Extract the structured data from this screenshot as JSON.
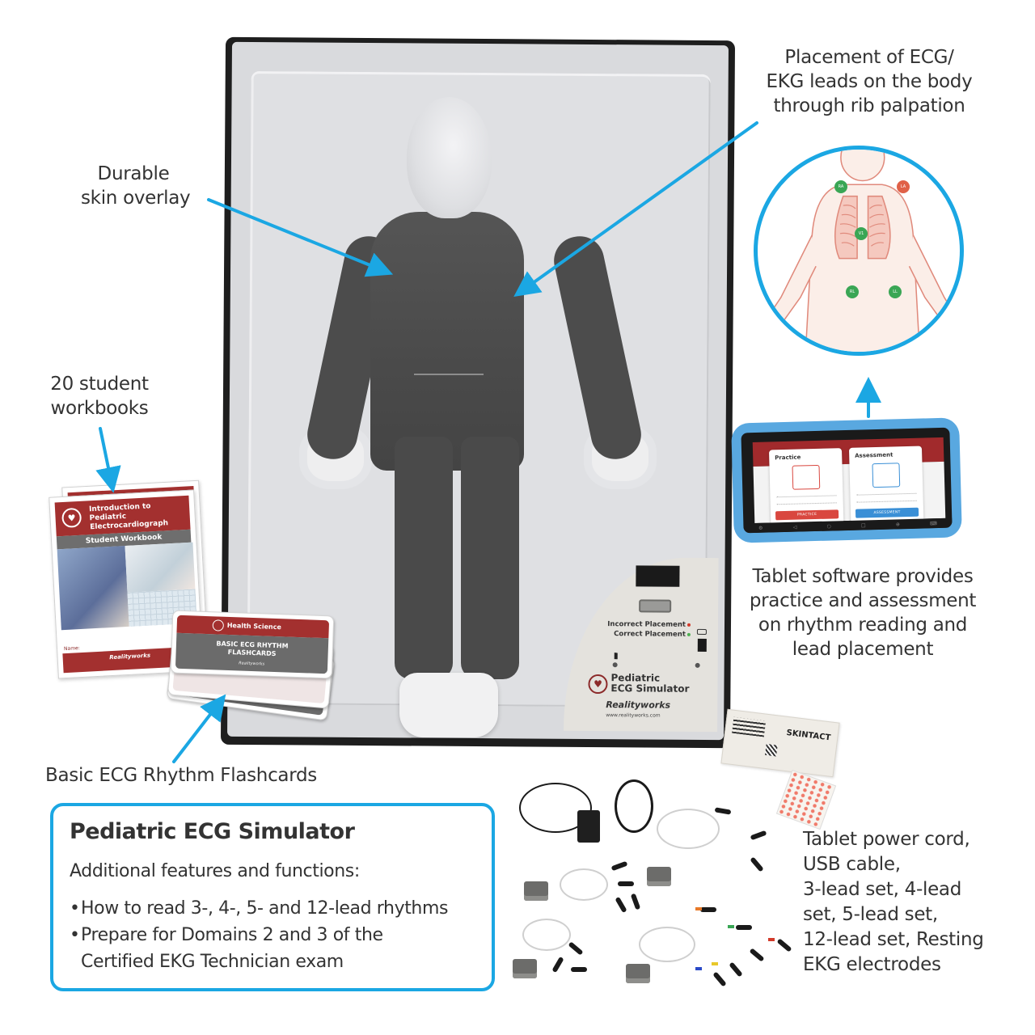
{
  "labels": {
    "skin_overlay": [
      "Durable",
      "skin overlay"
    ],
    "lead_placement": [
      "Placement of ECG/",
      "EKG leads on the body",
      "through rib palpation"
    ],
    "workbooks": [
      "20 student",
      "workbooks"
    ],
    "tablet_software": [
      "Tablet software provides",
      "practice and assessment",
      "on rhythm reading and",
      "lead placement"
    ],
    "flashcards": "Basic ECG Rhythm Flashcards",
    "accessories": [
      "Tablet power cord,",
      "USB cable,",
      "3-lead set, 4-lead",
      "set, 5-lead set,",
      "12-lead set, Resting",
      "EKG electrodes"
    ]
  },
  "summary": {
    "title": "Pediatric ECG Simulator",
    "subtitle": "Additional features and functions:",
    "bullets": [
      {
        "line1": "How to read 3-, 4-, 5- and 12-lead rhythms"
      },
      {
        "line1": "Prepare for Domains 2 and 3 of the",
        "line2": "Certified EKG Technician exam"
      }
    ]
  },
  "simulator_panel": {
    "incorrect_label": "Incorrect Placement",
    "correct_label": "Correct Placement",
    "product_name_line1": "Pediatric",
    "product_name_line2": "ECG Simulator",
    "brand": "Realityworks",
    "url": "www.realityworks.com",
    "incorrect_led_color": "#d23a2a",
    "correct_led_color": "#4caf50"
  },
  "lead_diagram": {
    "electrodes": [
      {
        "id": "RA",
        "color": "#3aa655"
      },
      {
        "id": "LA",
        "color": "#e06148"
      },
      {
        "id": "V1",
        "color": "#3aa655"
      },
      {
        "id": "RL",
        "color": "#3aa655"
      },
      {
        "id": "LL",
        "color": "#3aa655"
      }
    ]
  },
  "tablet": {
    "practice_title": "Practice",
    "practice_button": "PRACTICE",
    "assessment_title": "Assessment",
    "assessment_button": "ASSESSMENT",
    "practice_color": "#d9473f",
    "assessment_color": "#3a8fd6"
  },
  "workbook": {
    "title_line1": "Introduction to Pediatric",
    "title_line2": "Electrocardiograph",
    "subtitle": "Student Workbook",
    "name_label": "Name:",
    "brand": "Realityworks"
  },
  "flashcard": {
    "category": "Health Science",
    "title_line1": "BASIC ECG RHYTHM",
    "title_line2": "FLASHCARDS",
    "brand": "Realityworks"
  },
  "electrodes_pack": {
    "brand": "SKINTACT"
  },
  "colors": {
    "accent_blue": "#1ba7e3",
    "brand_red": "#a3302f",
    "text": "#333333"
  }
}
